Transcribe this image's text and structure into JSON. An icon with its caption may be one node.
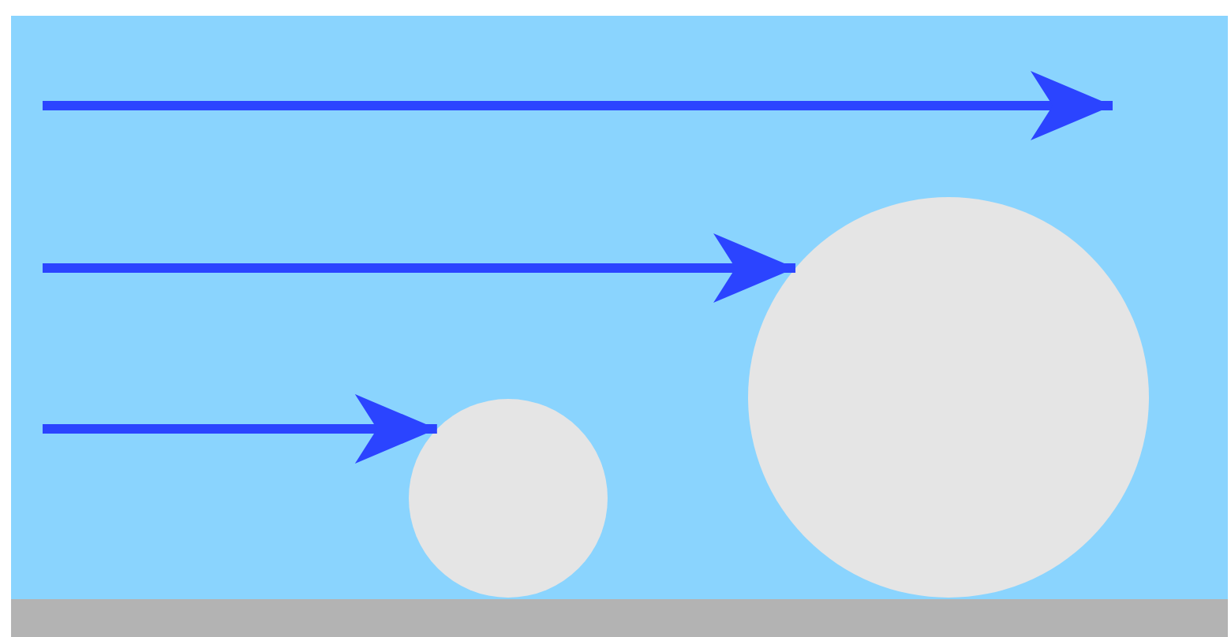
{
  "diagram": {
    "nodes": [
      {
        "text": [],
        "shape": "circle"
      },
      {
        "text": [],
        "shape": "circle"
      }
    ],
    "edges": [
      {
        "from": null,
        "to": 1,
        "arrow": "to"
      },
      {
        "from": null,
        "to": 0,
        "arrow": "to"
      }
    ]
  }
}
